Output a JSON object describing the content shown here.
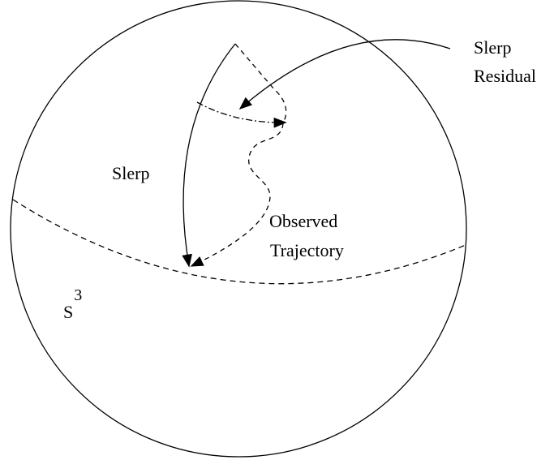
{
  "labels": {
    "slerp_residual_line1": "Slerp",
    "slerp_residual_line2": "Residual",
    "slerp": "Slerp",
    "observed_line1": "Observed",
    "observed_line2": "Trajectory",
    "sphere_base": "S",
    "sphere_exponent": "3"
  },
  "colors": {
    "stroke": "#000000",
    "background": "#ffffff"
  }
}
